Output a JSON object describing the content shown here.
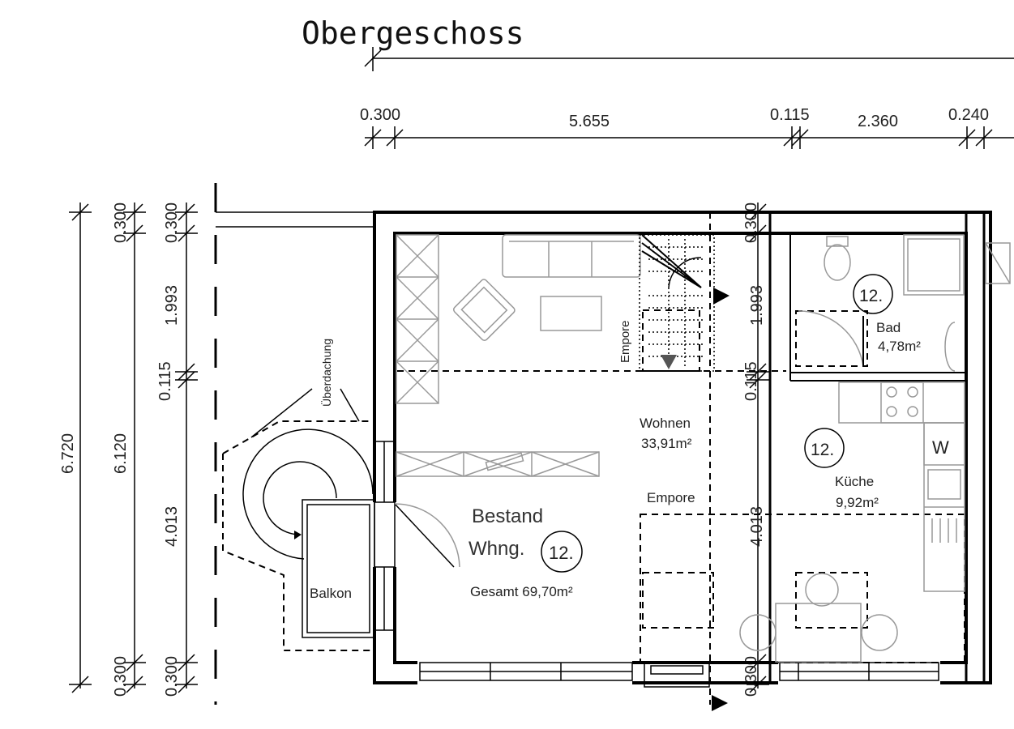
{
  "title": "Obergeschoss",
  "dimensions": {
    "top": [
      "0.300",
      "5.655",
      "0.115",
      "2.360",
      "0.240"
    ],
    "left_outer": "6.720",
    "left_mid": "6.120",
    "left_segments": [
      "0.300",
      "1.993",
      "0.115",
      "4.013",
      "0.300"
    ],
    "left_small": [
      "0.300",
      "0.300"
    ],
    "inner": [
      "0.300",
      "1.993",
      "0.115",
      "4.013",
      "0.300"
    ]
  },
  "labels": {
    "ueberdachung": "Überdachung",
    "balkon": "Balkon",
    "empore_1": "Empore",
    "empore_2": "Empore",
    "bestand": "Bestand",
    "whng": "Whng.",
    "gesamt": "Gesamt 69,70m²",
    "wohnen_name": "Wohnen",
    "wohnen_area": "33,91m²",
    "bad_name": "Bad",
    "bad_area": "4,78m²",
    "kueche_name": "Küche",
    "kueche_area": "9,92m²",
    "unit_main": "12.",
    "unit_bad": "12.",
    "unit_kueche": "12.",
    "washer": "W"
  }
}
